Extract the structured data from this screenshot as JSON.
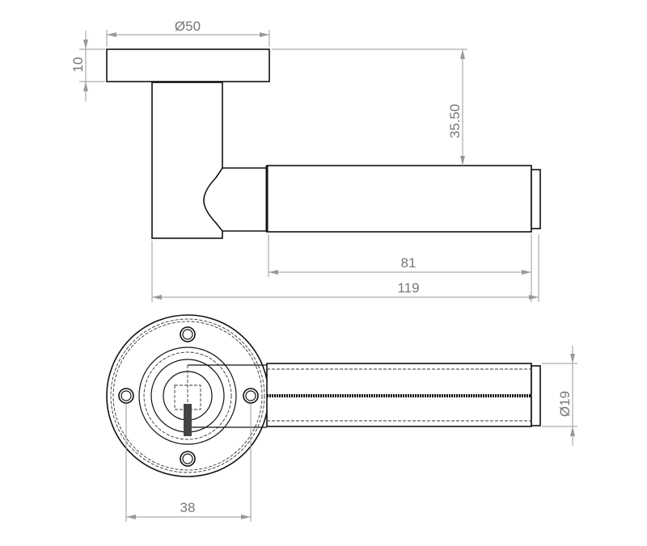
{
  "dimensions": {
    "rose_diameter": "Ø50",
    "rose_thickness": "10",
    "lever_height": "35.50",
    "grip_length": "81",
    "overall_length": "119",
    "hole_spacing": "38",
    "grip_diameter": "Ø19"
  }
}
